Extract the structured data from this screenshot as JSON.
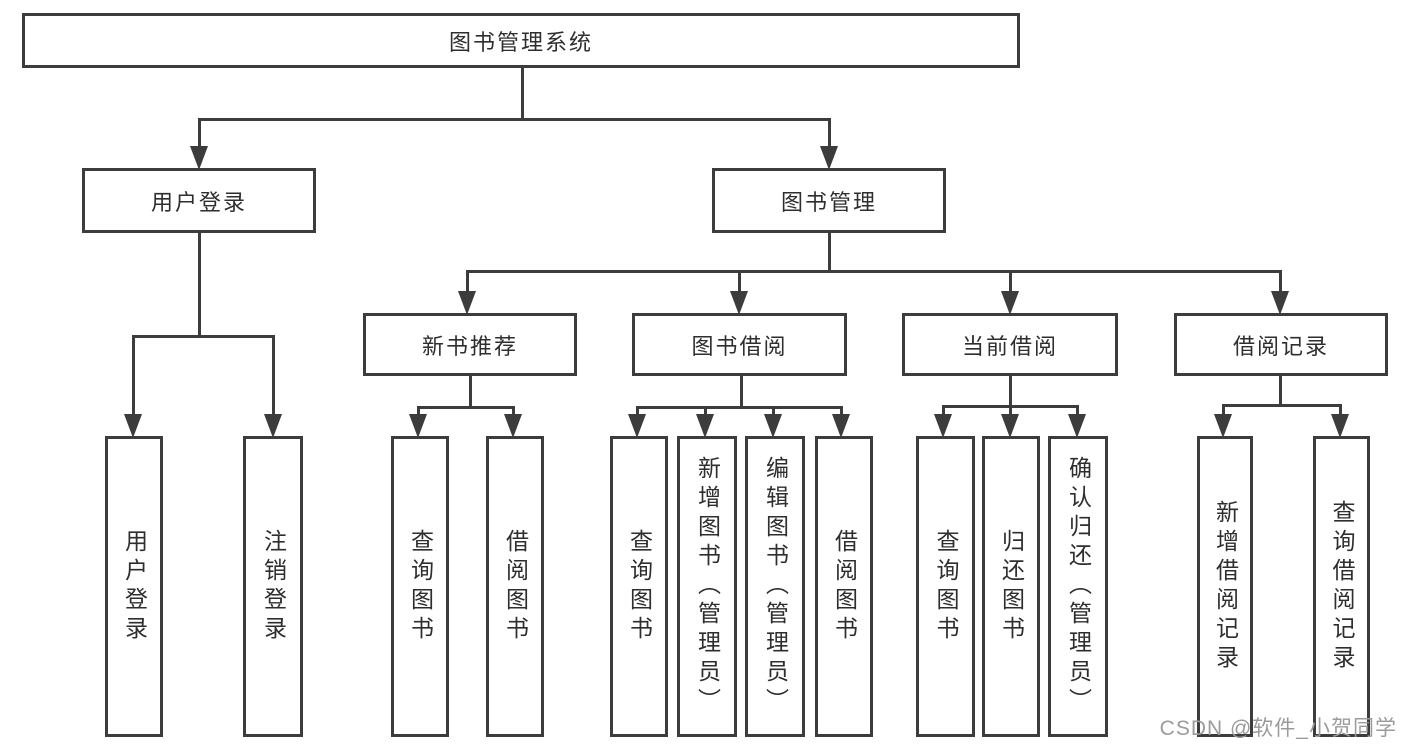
{
  "diagram": {
    "root": "图书管理系统",
    "level2": [
      "用户登录",
      "图书管理"
    ],
    "level3": [
      "新书推荐",
      "图书借阅",
      "当前借阅",
      "借阅记录"
    ],
    "leaves": [
      "用户登录",
      "注销登录",
      "查询图书",
      "借阅图书",
      "查询图书",
      "新增图书（管理员）",
      "编辑图书（管理员）",
      "借阅图书",
      "查询图书",
      "归还图书",
      "确认归还（管理员）",
      "新增借阅记录",
      "查询借阅记录"
    ]
  },
  "watermark": {
    "text": "CSDN @软件_小贺同学"
  },
  "colors": {
    "line": "#3c3c3c",
    "text": "#2e2e2e",
    "background": "#ffffff",
    "watermark": "#9b9b9b"
  }
}
